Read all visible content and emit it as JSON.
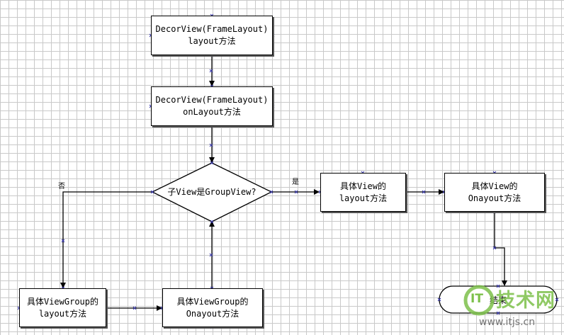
{
  "nodes": {
    "decor_layout": {
      "line1": "DecorView(FrameLayout)",
      "line2": "layout方法"
    },
    "decor_onlayout": {
      "line1": "DecorView(FrameLayout)",
      "line2": "onLayout方法"
    },
    "decision": {
      "text": "子View是GroupView?"
    },
    "view_layout": {
      "line1": "具体View的",
      "line2": "layout方法"
    },
    "view_onlayout": {
      "line1": "具体View的",
      "line2": "Onayout方法"
    },
    "vg_layout": {
      "line1": "具体ViewGroup的",
      "line2": "layout方法"
    },
    "vg_onlayout": {
      "line1": "具体ViewGroup的",
      "line2": "Onayout方法"
    },
    "end": {
      "text": "结束"
    }
  },
  "edge_labels": {
    "yes": "是",
    "no": "否"
  },
  "watermark": {
    "logo": "IT",
    "brand": "技术网",
    "url": "www.itjs.cn"
  },
  "colors": {
    "line": "#000000",
    "handle": "#3333aa",
    "grid": "#c9c9c9",
    "watermark_green": "#7cc04a"
  }
}
